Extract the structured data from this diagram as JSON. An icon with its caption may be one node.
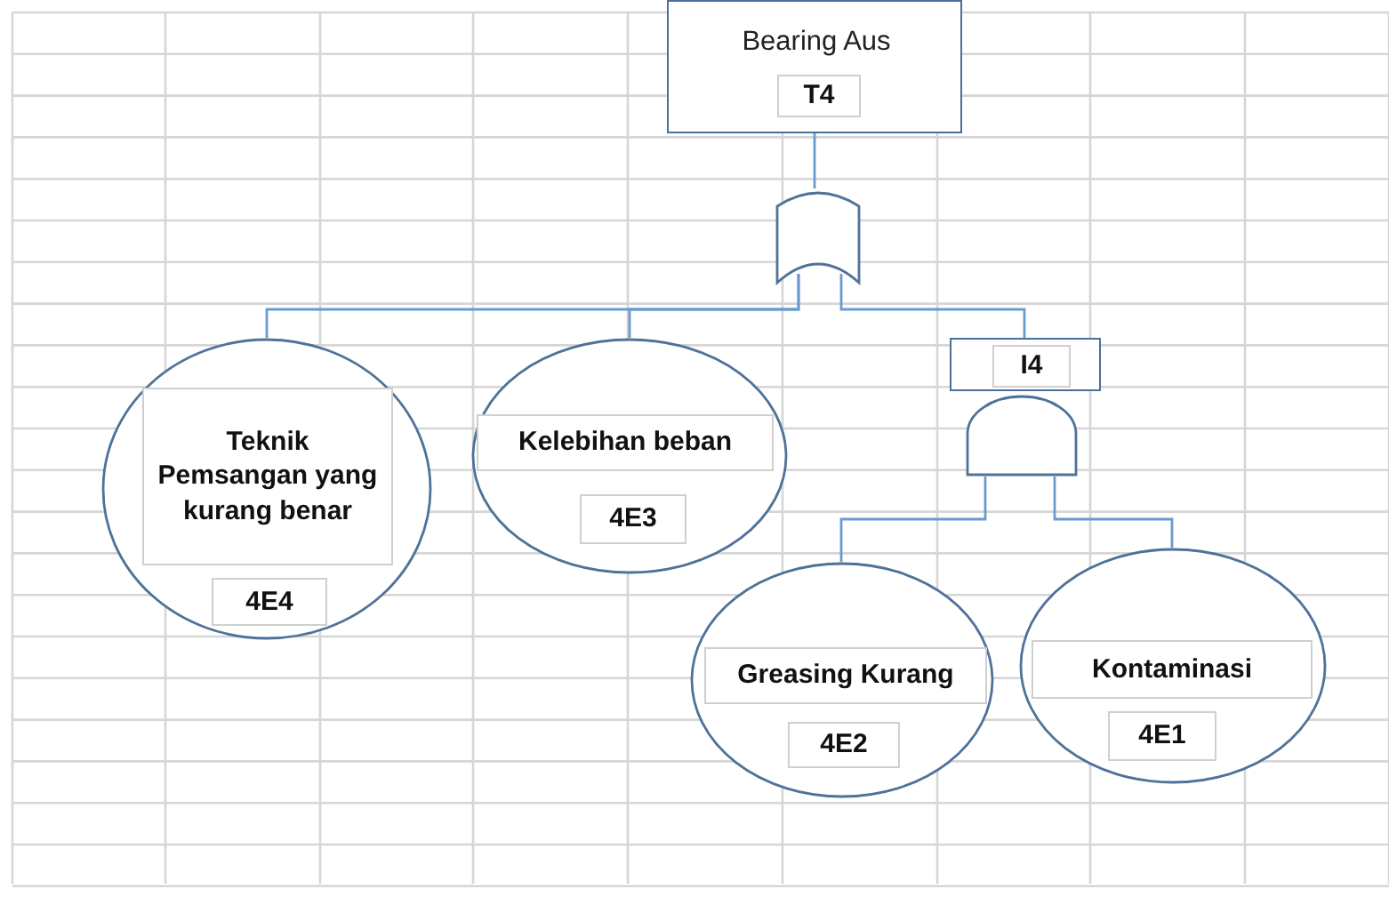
{
  "diagram": {
    "nodes": [
      {
        "text": [
          "Bearing Aus",
          "T4"
        ]
      },
      {
        "text": [],
        "shape": "gate"
      },
      {
        "text": [
          "Teknik Pemsangan yang kurang benar",
          "4E4"
        ]
      },
      {
        "text": [
          "Kelebihan beban",
          "4E3"
        ]
      },
      {
        "text": [
          "I4"
        ]
      },
      {
        "text": [],
        "shape": "gate"
      },
      {
        "text": [
          "Greasing Kurang",
          "4E2"
        ]
      },
      {
        "text": [
          "Kontaminasi",
          "4E1"
        ]
      }
    ],
    "edges": [
      {
        "from": 0,
        "to": 1,
        "arrow": "none"
      },
      {
        "from": 1,
        "to": 2,
        "arrow": "none"
      },
      {
        "from": 1,
        "to": 3,
        "arrow": "none"
      },
      {
        "from": 1,
        "to": 4,
        "arrow": "none"
      },
      {
        "from": 5,
        "to": 6,
        "arrow": "none"
      },
      {
        "from": 5,
        "to": 7,
        "arrow": "none"
      }
    ]
  }
}
